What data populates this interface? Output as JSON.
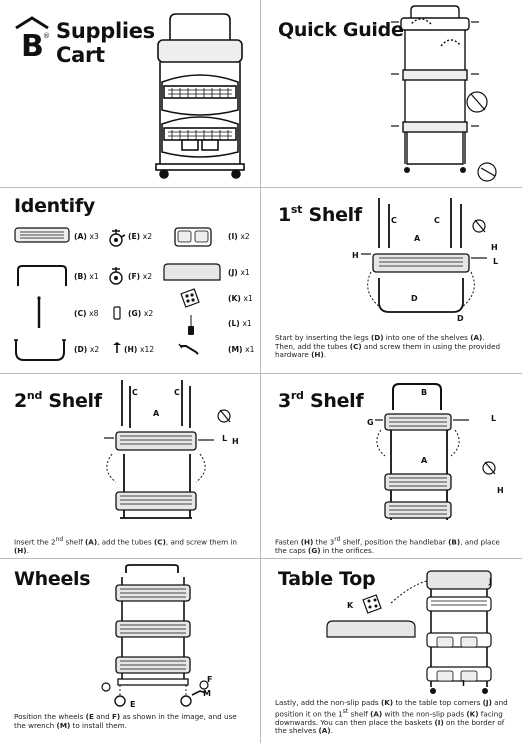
{
  "header": {
    "logo_letter": "B",
    "logo_mark": "®",
    "title_line1": "Supplies",
    "title_line2": "Cart"
  },
  "quick_guide": {
    "title": "Quick Guide"
  },
  "identify": {
    "title": "Identify",
    "parts": [
      {
        "code": "(A)",
        "qty": "x3"
      },
      {
        "code": "(B)",
        "qty": "x1"
      },
      {
        "code": "(C)",
        "qty": "x8"
      },
      {
        "code": "(D)",
        "qty": "x2"
      },
      {
        "code": "(E)",
        "qty": "x2"
      },
      {
        "code": "(F)",
        "qty": "x2"
      },
      {
        "code": "(G)",
        "qty": "x2"
      },
      {
        "code": "(H)",
        "qty": "x12"
      },
      {
        "code": "(I)",
        "qty": "x2"
      },
      {
        "code": "(J)",
        "qty": "x1"
      },
      {
        "code": "(K)",
        "qty": "x1"
      },
      {
        "code": "(L)",
        "qty": "x1"
      },
      {
        "code": "(M)",
        "qty": "x1"
      }
    ]
  },
  "shelf1": {
    "title_num": "1",
    "title_sup": "st",
    "title_word": "Shelf",
    "labels": {
      "c": "C",
      "a": "A",
      "h": "H",
      "l": "L",
      "d": "D"
    },
    "caption": {
      "t1": "Start by inserting the legs ",
      "b1": "(D)",
      "t2": " into one of the shelves ",
      "b2": "(A)",
      "t3": ". Then, add the tubes ",
      "b3": "(C)",
      "t4": " and screw them in using the provided hardware ",
      "b4": "(H)",
      "t5": "."
    }
  },
  "shelf2": {
    "title_num": "2",
    "title_sup": "nd",
    "title_word": "Shelf",
    "labels": {
      "c": "C",
      "a": "A",
      "l": "L",
      "h": "H"
    },
    "caption": {
      "t1": "Insert the 2",
      "sup": "nd",
      "t2": " shelf ",
      "b1": "(A)",
      "t3": ", add the tubes ",
      "b2": "(C)",
      "t4": ", and screw them in ",
      "b3": "(H)",
      "t5": "."
    }
  },
  "shelf3": {
    "title_num": "3",
    "title_sup": "rd",
    "title_word": "Shelf",
    "labels": {
      "b": "B",
      "g": "G",
      "l": "L",
      "a": "A",
      "h": "H"
    },
    "caption": {
      "t1": "Fasten ",
      "b1": "(H)",
      "t2": " the 3",
      "sup": "rd",
      "t3": " shelf, position the handlebar ",
      "b2": "(B)",
      "t4": ", and place the caps ",
      "b3": "(G)",
      "t5": " in the orifices."
    }
  },
  "wheels": {
    "title": "Wheels",
    "labels": {
      "e": "E",
      "f": "F",
      "m": "M"
    },
    "caption": {
      "t1": "Position the wheels ",
      "b1": "(E",
      "t2": " and ",
      "b2": "F)",
      "t3": " as shown in the image, and use the wrench ",
      "b3": "(M)",
      "t4": " to install them."
    }
  },
  "table_top": {
    "title": "Table Top",
    "labels": {
      "k": "K",
      "j": "J",
      "i": "I"
    },
    "caption": {
      "t1": "Lastly, add the non-slip pads ",
      "b1": "(K)",
      "t2": " to the table top corners ",
      "b2": "(J)",
      "t3": " and position it on the 1",
      "sup": "st",
      "t4": " shelf ",
      "b3": "(A)",
      "t5": " with the non-slip pads ",
      "b4": "(K)",
      "t6": " facing downwards. You can then place the baskets ",
      "b5": "(I)",
      "t7": " on the border of the shelves ",
      "b6": "(A)",
      "t8": "."
    }
  },
  "colors": {
    "ink": "#111111",
    "divider": "#bbbbbb",
    "shelf_fill": "#e6e6e6"
  }
}
